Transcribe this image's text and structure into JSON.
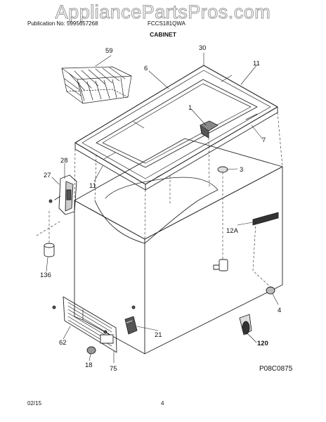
{
  "watermark": "AppliancePartsPros.com",
  "header": {
    "publication": "Publication No: 5995657268",
    "model": "FCCS181QWA",
    "section": "CABINET"
  },
  "callouts": {
    "c59": "59",
    "c30": "30",
    "c6": "6",
    "c11a": "11",
    "c1": "1",
    "c7": "7",
    "c28": "28",
    "c27": "27",
    "c11b": "11",
    "c3": "3",
    "c12a": "12A",
    "c136": "136",
    "c4": "4",
    "c21": "21",
    "c62": "62",
    "c120": "120",
    "c18": "18",
    "c75": "75"
  },
  "diagram_code": "P08C0875",
  "footer": {
    "date": "02/15",
    "page": "4"
  }
}
